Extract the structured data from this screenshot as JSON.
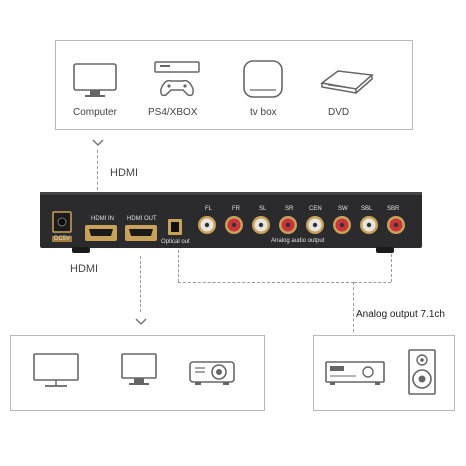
{
  "sources": [
    {
      "label": "Computer",
      "icon": "monitor-icon"
    },
    {
      "label": "PS4/XBOX",
      "icon": "game-console-icon"
    },
    {
      "label": "tv box",
      "icon": "tv-box-icon"
    },
    {
      "label": "DVD",
      "icon": "dvd-player-icon"
    }
  ],
  "links": {
    "hdmi_in": "HDMI",
    "hdmi_out": "HDMI",
    "analog": "Analog output 7.1ch"
  },
  "device": {
    "dc_label": "DC5V",
    "hdmi_in_label": "HDMI IN",
    "hdmi_out_label": "HDMI OUT",
    "optical_label": "Optical out",
    "analog_label": "Analog audio output",
    "channels": [
      "FL",
      "FR",
      "SL",
      "SR",
      "CEN",
      "SW",
      "SBL",
      "SBR"
    ]
  },
  "displays": [
    {
      "icon": "tv-icon"
    },
    {
      "icon": "monitor-icon"
    },
    {
      "icon": "projector-icon"
    }
  ],
  "audio_devices": [
    {
      "icon": "av-receiver-icon"
    },
    {
      "icon": "speaker-icon"
    }
  ],
  "colors": {
    "device_body": "#2b2b2d",
    "gold": "#c9a25a",
    "jack_red": "#c8343a",
    "jack_white": "#e8e6e0"
  }
}
